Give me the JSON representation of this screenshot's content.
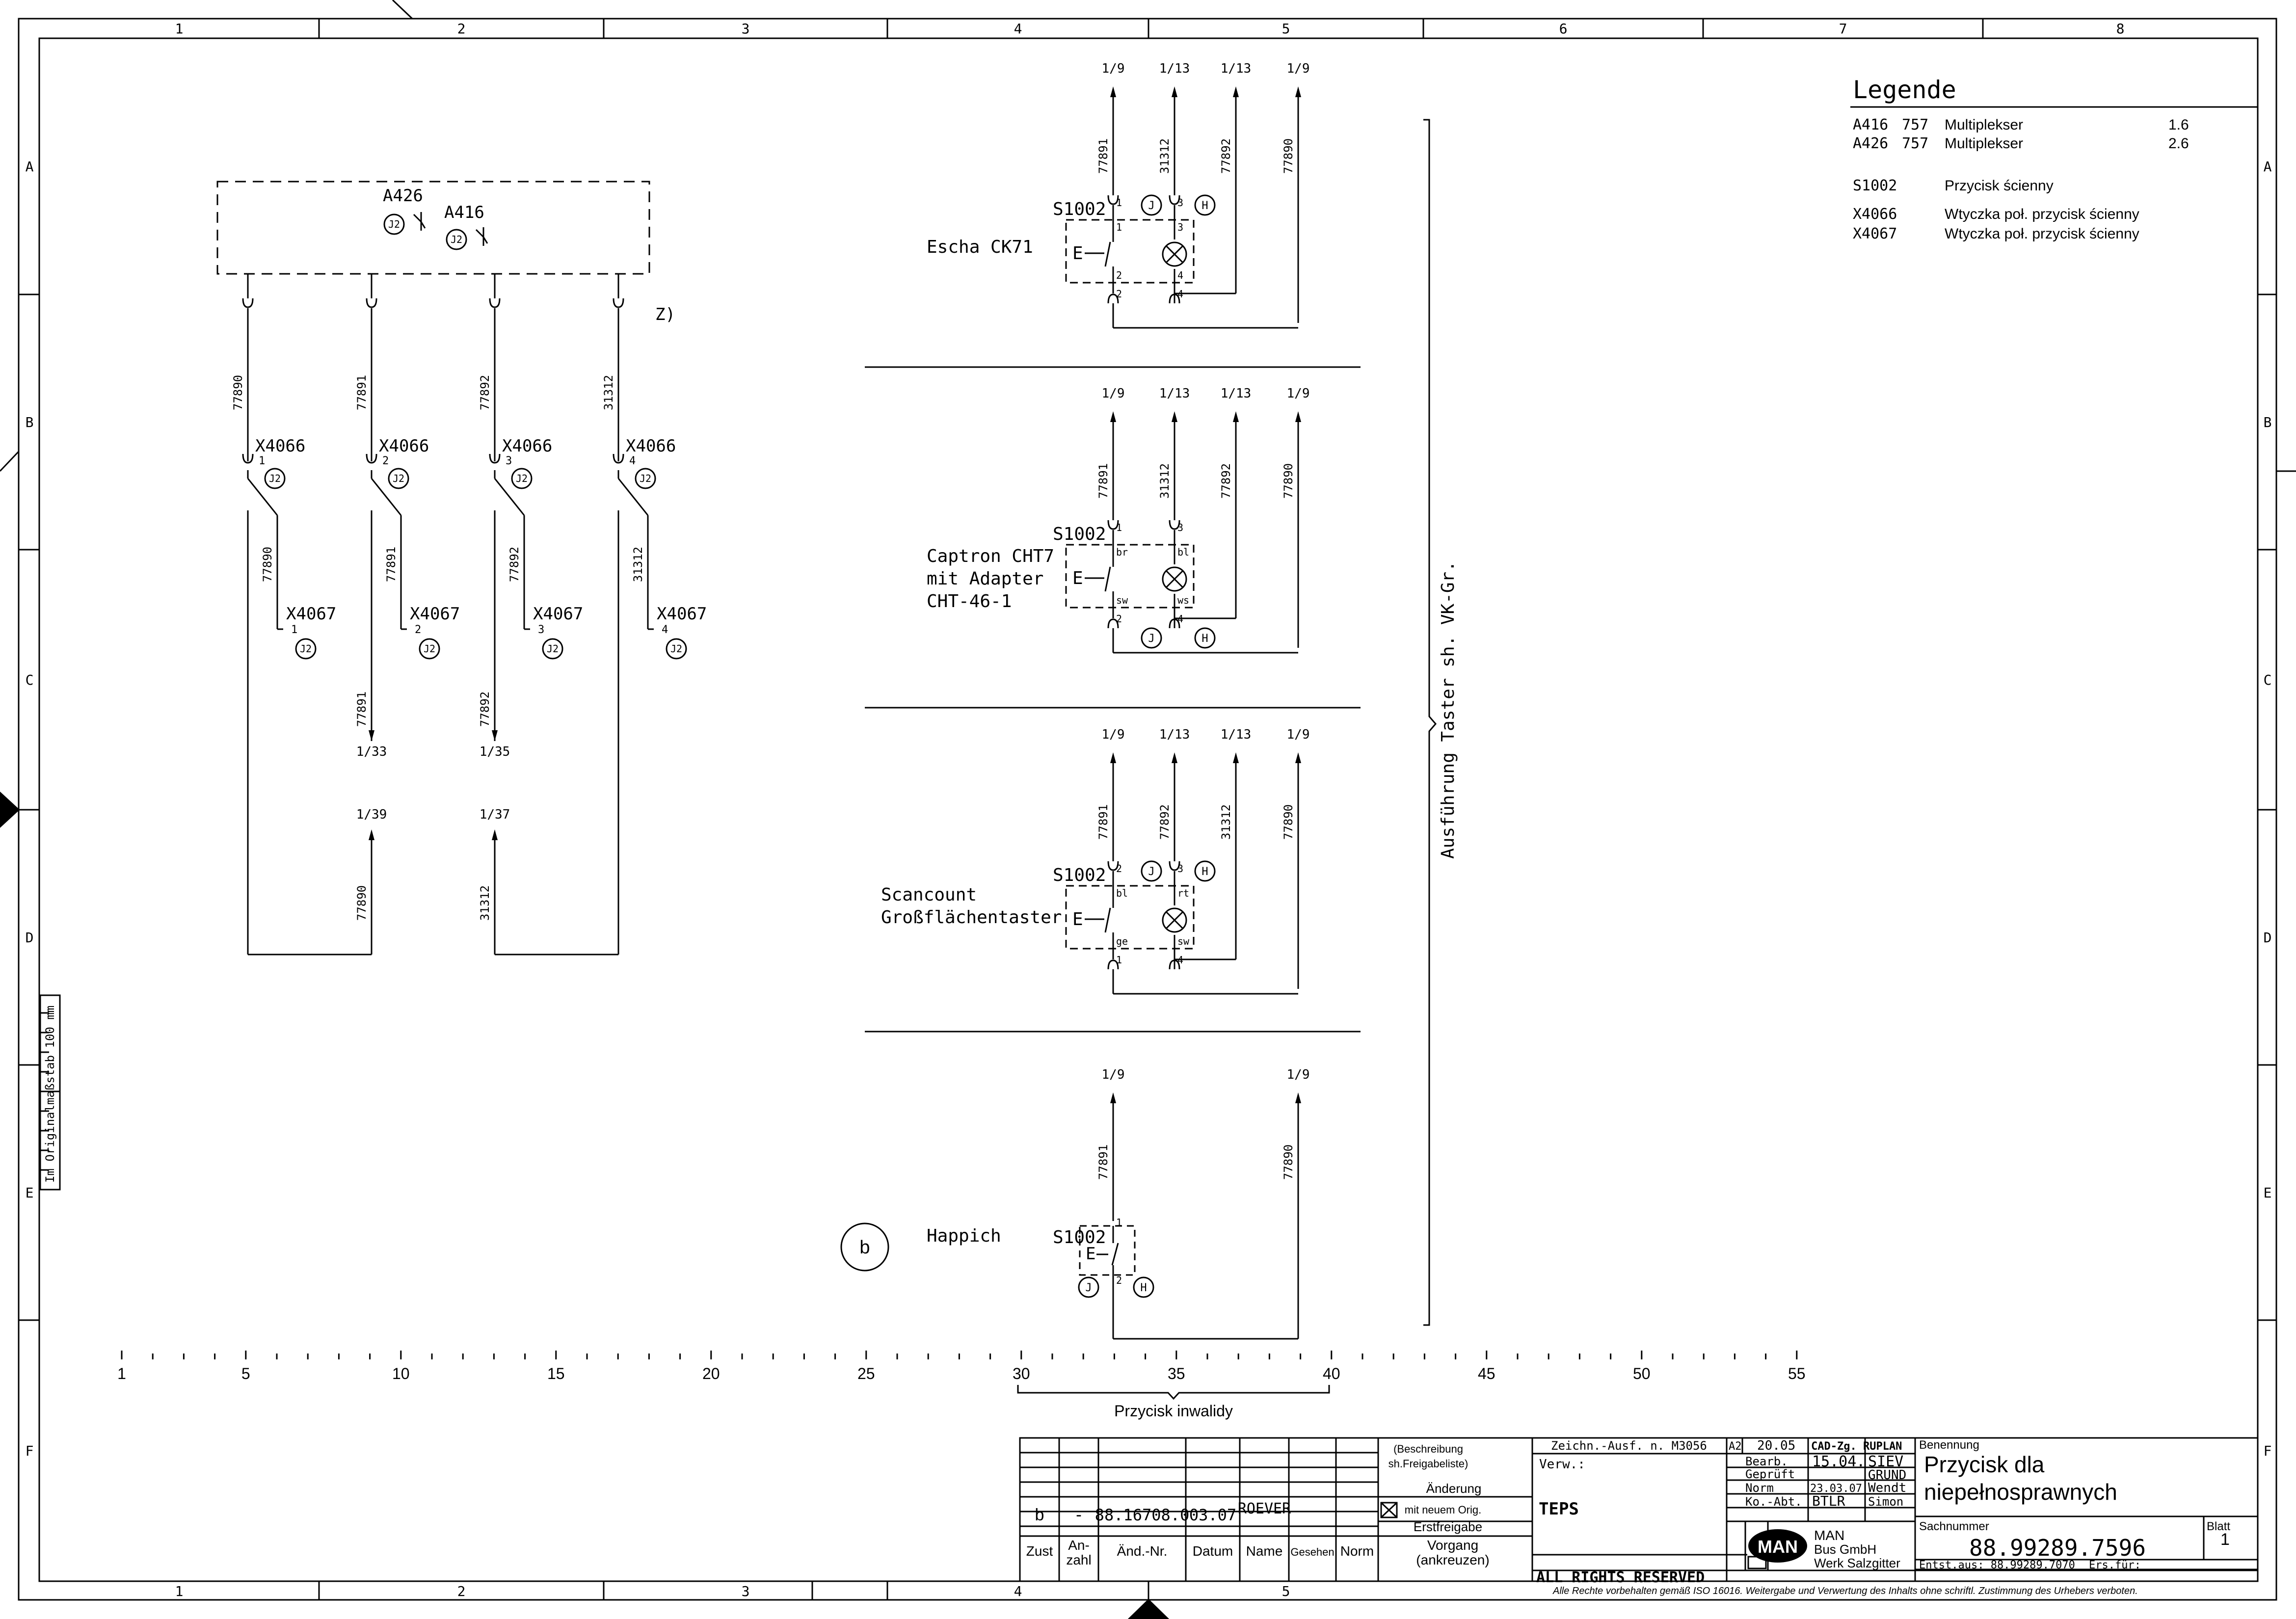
{
  "frame": {
    "columns": [
      "1",
      "2",
      "3",
      "4",
      "5",
      "6",
      "7",
      "8"
    ],
    "rows": [
      "A",
      "B",
      "C",
      "D",
      "E",
      "F"
    ],
    "bottom_columns": [
      "1",
      "2",
      "3",
      "4",
      "5"
    ],
    "scale_note": "Im Originalmaßstab 100 mm"
  },
  "legend": {
    "title": "Legende",
    "entries": [
      {
        "code": "A416",
        "num": "757",
        "desc": "Multiplekser",
        "ref": "1.6"
      },
      {
        "code": "A426",
        "num": "757",
        "desc": "Multiplekser",
        "ref": "2.6"
      },
      {
        "code": "S1002",
        "num": "",
        "desc": "Przycisk ścienny",
        "ref": ""
      },
      {
        "code": "X4066",
        "num": "",
        "desc": "Wtyczka poł. przycisk ścienny",
        "ref": ""
      },
      {
        "code": "X4067",
        "num": "",
        "desc": "Wtyczka poł. przycisk ścienny",
        "ref": ""
      }
    ]
  },
  "left_circuit": {
    "box_labels": {
      "a426": "A426",
      "a416": "A416",
      "j2": "J2"
    },
    "z_note": "Z)",
    "wires": [
      {
        "wire": "77890",
        "x4066": "X4066",
        "pin": "1",
        "x4067": "X4067",
        "lower": "77890"
      },
      {
        "wire": "77891",
        "x4066": "X4066",
        "pin": "2",
        "x4067": "X4067",
        "lower": "77891"
      },
      {
        "wire": "77892",
        "x4066": "X4066",
        "pin": "3",
        "x4067": "X4067",
        "lower": "77892"
      },
      {
        "wire": "31312",
        "x4066": "X4066",
        "pin": "4",
        "x4067": "X4067",
        "lower": "31312"
      }
    ],
    "j2": "J2",
    "refs_out": [
      {
        "wire": "77891",
        "ref": "1/33"
      },
      {
        "wire": "77892",
        "ref": "1/35"
      }
    ],
    "refs_in": [
      {
        "wire": "77890",
        "ref": "1/39"
      },
      {
        "wire": "31312",
        "ref": "1/37"
      }
    ]
  },
  "variants": [
    {
      "name_lines": [
        "Escha CK71"
      ],
      "s": "S1002",
      "refs": [
        "1/9",
        "1/13",
        "1/13",
        "1/9"
      ],
      "wires": [
        "77891",
        "31312",
        "77892",
        "77890"
      ],
      "pins": [
        "1",
        "3",
        "2",
        "4"
      ],
      "small": [
        "1",
        "3",
        "2",
        "4"
      ]
    },
    {
      "name_lines": [
        "Captron CHT7",
        "mit Adapter",
        "CHT-46-1"
      ],
      "s": "S1002",
      "refs": [
        "1/9",
        "1/13",
        "1/13",
        "1/9"
      ],
      "wires": [
        "77891",
        "31312",
        "77892",
        "77890"
      ],
      "pins": [
        "1",
        "3",
        "2",
        "4"
      ],
      "small": [
        "br",
        "bl",
        "sw",
        "ws"
      ]
    },
    {
      "name_lines": [
        "Scancount",
        "Großflächentaster"
      ],
      "s": "S1002",
      "refs": [
        "1/9",
        "1/13",
        "1/13",
        "1/9"
      ],
      "wires": [
        "77891",
        "77892",
        "31312",
        "77890"
      ],
      "pins": [
        "2",
        "3",
        "1",
        "4"
      ],
      "small": [
        "bl",
        "rt",
        "ge",
        "sw"
      ]
    },
    {
      "name_lines": [
        "Happich"
      ],
      "s": "S1002",
      "refs": [
        "1/9",
        "1/9"
      ],
      "wires": [
        "77891",
        "77890"
      ],
      "pins": [
        "1",
        "2"
      ],
      "small": []
    }
  ],
  "symbols": {
    "j": "J",
    "h": "H",
    "e": "E"
  },
  "bracket_label": "Ausführung Taster sh. VK-Gr.",
  "revision_mark": "b",
  "ruler": {
    "labels": [
      "1",
      "5",
      "10",
      "15",
      "20",
      "25",
      "30",
      "35",
      "40",
      "45",
      "50",
      "55"
    ],
    "caption": "Przycisk inwalidy"
  },
  "change_table": {
    "row": {
      "zust": "b",
      "anzahl": "-",
      "nr": "88.16708.0",
      "datum": "03.07",
      "name": "ROEVER",
      "gesehen": "",
      "norm": ""
    },
    "headers": [
      "Zust",
      "An-\nzahl",
      "Änd.-Nr.",
      "Datum",
      "Name",
      "Gesehen",
      "Norm",
      "Vorgang\n(ankreuzen)"
    ],
    "side": [
      "(Beschreibung",
      "sh.Freigabeliste)",
      "Änderung",
      "mit neuem Orig.",
      "Erstfreigabe"
    ]
  },
  "title_block": {
    "zeichn": "Zeichn.-Ausf. n. M3056",
    "format": "A2",
    "date1": "20.05",
    "cad": "CAD-Zg. RUPLAN",
    "verw": "Verw.:",
    "bearb_label": "Bearb.",
    "bearb_date": "15.04.",
    "bearb_name": "SIEV",
    "gepr_label": "Geprüft",
    "gepr_name": "GRUND",
    "norm_label": "Norm",
    "norm_date": "23.03.07",
    "norm_name": "Wendt",
    "ko_label": "Ko.-Abt.",
    "ko_val": "BTLR",
    "ko_name": "Simon",
    "teps": "TEPS",
    "benennung_label": "Benennung",
    "title1": "Przycisk dla",
    "title2": "niepełnosprawnych",
    "sach_label": "Sachnummer",
    "sachnummer": "88.99289.7596",
    "blatt_label": "Blatt",
    "blatt": "1",
    "man": "MAN",
    "company1": "MAN",
    "company2": "Bus GmbH",
    "company3": "Werk Salzgitter",
    "entst": "Entst.aus: 88.99289.7070",
    "ersfur": "Ers.für:",
    "rights": "ALL RIGHTS RESERVED",
    "footer": "Alle Rechte vorbehalten gemäß ISO 16016. Weitergabe und Verwertung des Inhalts ohne schriftl. Zustimmung des Urhebers verboten."
  }
}
